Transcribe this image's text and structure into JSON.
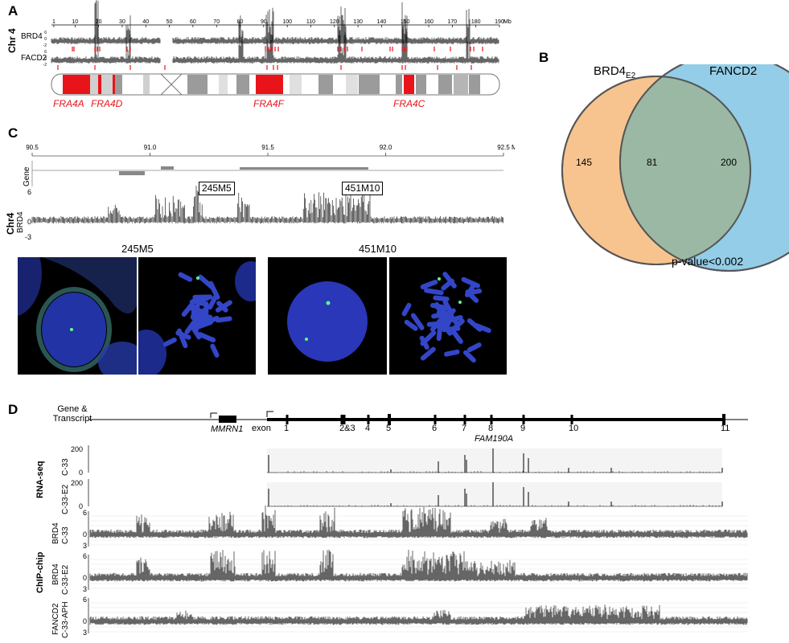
{
  "panelA": {
    "letter": "A",
    "chr_label": "Chr 4",
    "mb_ticks": [
      "1",
      "10",
      "20",
      "30",
      "40",
      "50",
      "60",
      "70",
      "80",
      "90",
      "100",
      "110",
      "120",
      "130",
      "140",
      "150",
      "160",
      "170",
      "180",
      "190"
    ],
    "mb_unit": "Mb",
    "tracks": [
      "BRD4",
      "FACD2"
    ],
    "fragile_sites": [
      "FRA4A",
      "FRA4D",
      "FRA4F",
      "FRA4C"
    ]
  },
  "panelB": {
    "letter": "B",
    "set1": {
      "label_main": "BRD4",
      "label_sub": "E2",
      "only": "145",
      "color": "#f7c48f"
    },
    "set2": {
      "label": "FANCD2",
      "only": "200",
      "color": "#8fcbe6"
    },
    "overlap": "81",
    "pvalue": "p-value<0.002"
  },
  "panelC": {
    "letter": "C",
    "chr_label": "Chr4",
    "mb_ticks": [
      "90.5",
      "91.0",
      "91.5",
      "92.0",
      "92.5"
    ],
    "mb_unit": "Mb",
    "gene_label": "Gene",
    "brd4_label": "BRD4",
    "y_ticks": [
      "6",
      "0",
      "-3"
    ],
    "probe1": "245M5",
    "probe2": "451M10",
    "image1_title": "245M5",
    "image2_title": "451M10"
  },
  "panelD": {
    "letter": "D",
    "gene_track_label_1": "Gene &",
    "gene_track_label_2": "Transcript",
    "gene1": "MMRN1",
    "exon_label": "exon",
    "exons": [
      "1",
      "2&3",
      "4",
      "5",
      "6",
      "7",
      "8",
      "9",
      "10",
      "11"
    ],
    "gene2": "FAM190A",
    "rnaseq_label": "RNA-seq",
    "chipchip_label": "ChIP-chip",
    "rna_tracks": [
      {
        "name": "C-33",
        "ticks": [
          "200",
          "0"
        ]
      },
      {
        "name": "C-33-E2",
        "ticks": [
          "200",
          "0"
        ]
      }
    ],
    "chip_tracks": [
      {
        "name1": "BRD4",
        "name2": "C-33",
        "ticks": [
          "6",
          "0",
          "3"
        ]
      },
      {
        "name1": "BRD4",
        "name2": "C-33-E2",
        "ticks": [
          "6",
          "0",
          "3"
        ]
      },
      {
        "name1": "FANCD2",
        "name2": "C-33-APH",
        "ticks": [
          "6",
          "0",
          "3"
        ]
      }
    ]
  }
}
